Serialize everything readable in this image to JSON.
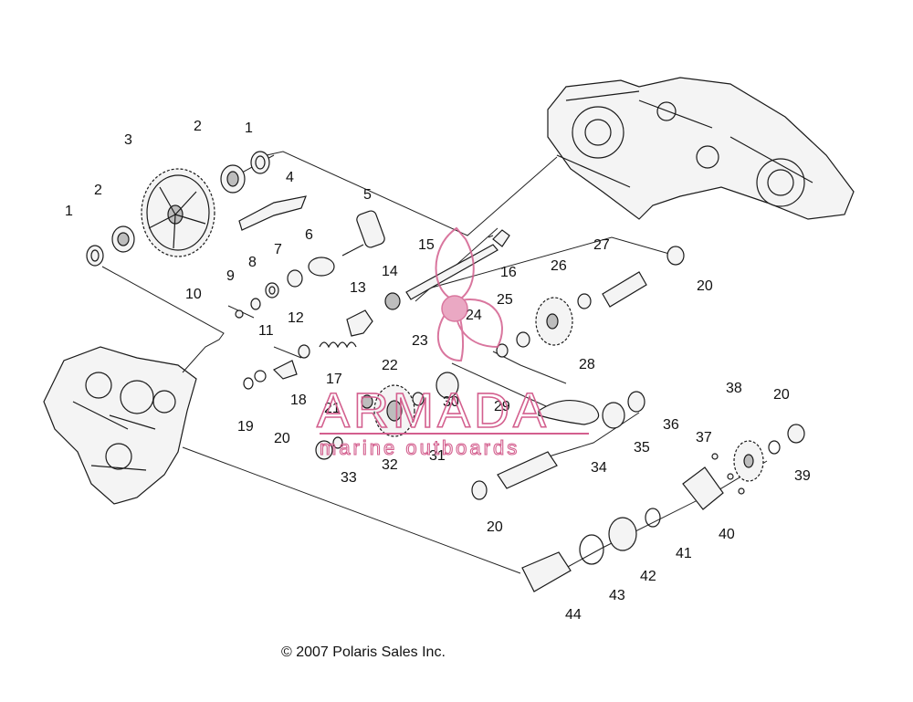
{
  "part_numbers": [
    "1",
    "2",
    "3",
    "2",
    "1",
    "4",
    "5",
    "6",
    "7",
    "8",
    "9",
    "10",
    "11",
    "12",
    "13",
    "14",
    "15",
    "16",
    "17",
    "18",
    "19",
    "20",
    "21",
    "22",
    "23",
    "24",
    "25",
    "26",
    "27",
    "20",
    "28",
    "29",
    "30",
    "31",
    "32",
    "33",
    "20",
    "34",
    "35",
    "36",
    "37",
    "38",
    "20",
    "39",
    "40",
    "41",
    "42",
    "43",
    "44",
    "20"
  ],
  "watermark": {
    "brand": "ARMADA",
    "tagline": "marine outboards",
    "color": "#d35f8e"
  },
  "copyright": "© 2007 Polaris Sales Inc."
}
